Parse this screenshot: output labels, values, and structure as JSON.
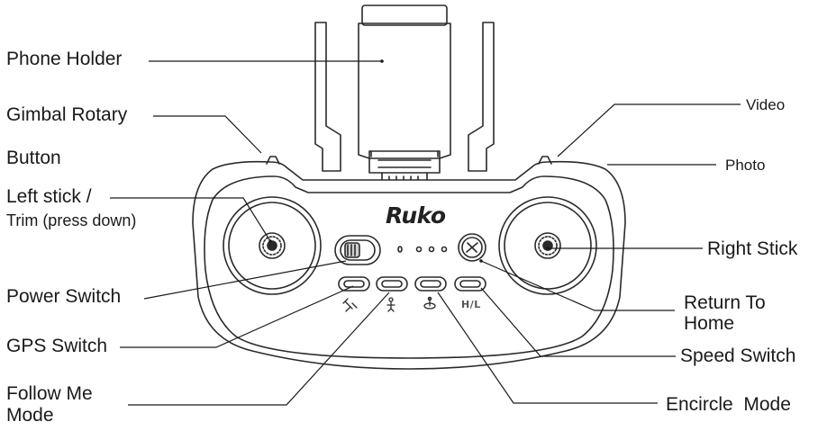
{
  "labels": {
    "phone_holder": "Phone Holder",
    "gimbal_rotary": "Gimbal Rotary",
    "button": "Button",
    "left_stick": "Left stick /",
    "trim": "Trim (press down)",
    "power_switch": "Power Switch",
    "gps_switch": "GPS Switch",
    "follow_me_1": "Follow Me",
    "follow_me_2": "Mode",
    "video": "Video",
    "photo": "Photo",
    "right_stick": "Right Stick",
    "return_home_1": "Return To",
    "return_home_2": "Home",
    "speed_switch": "Speed Switch",
    "encircle_mode": "Encircle  Mode"
  },
  "device": {
    "brand": "Ruko",
    "speed_mark": "H/L"
  },
  "colors": {
    "line": "#1a1a1a",
    "body_stroke": "#2a2a2a",
    "body_fill": "#ffffff"
  }
}
